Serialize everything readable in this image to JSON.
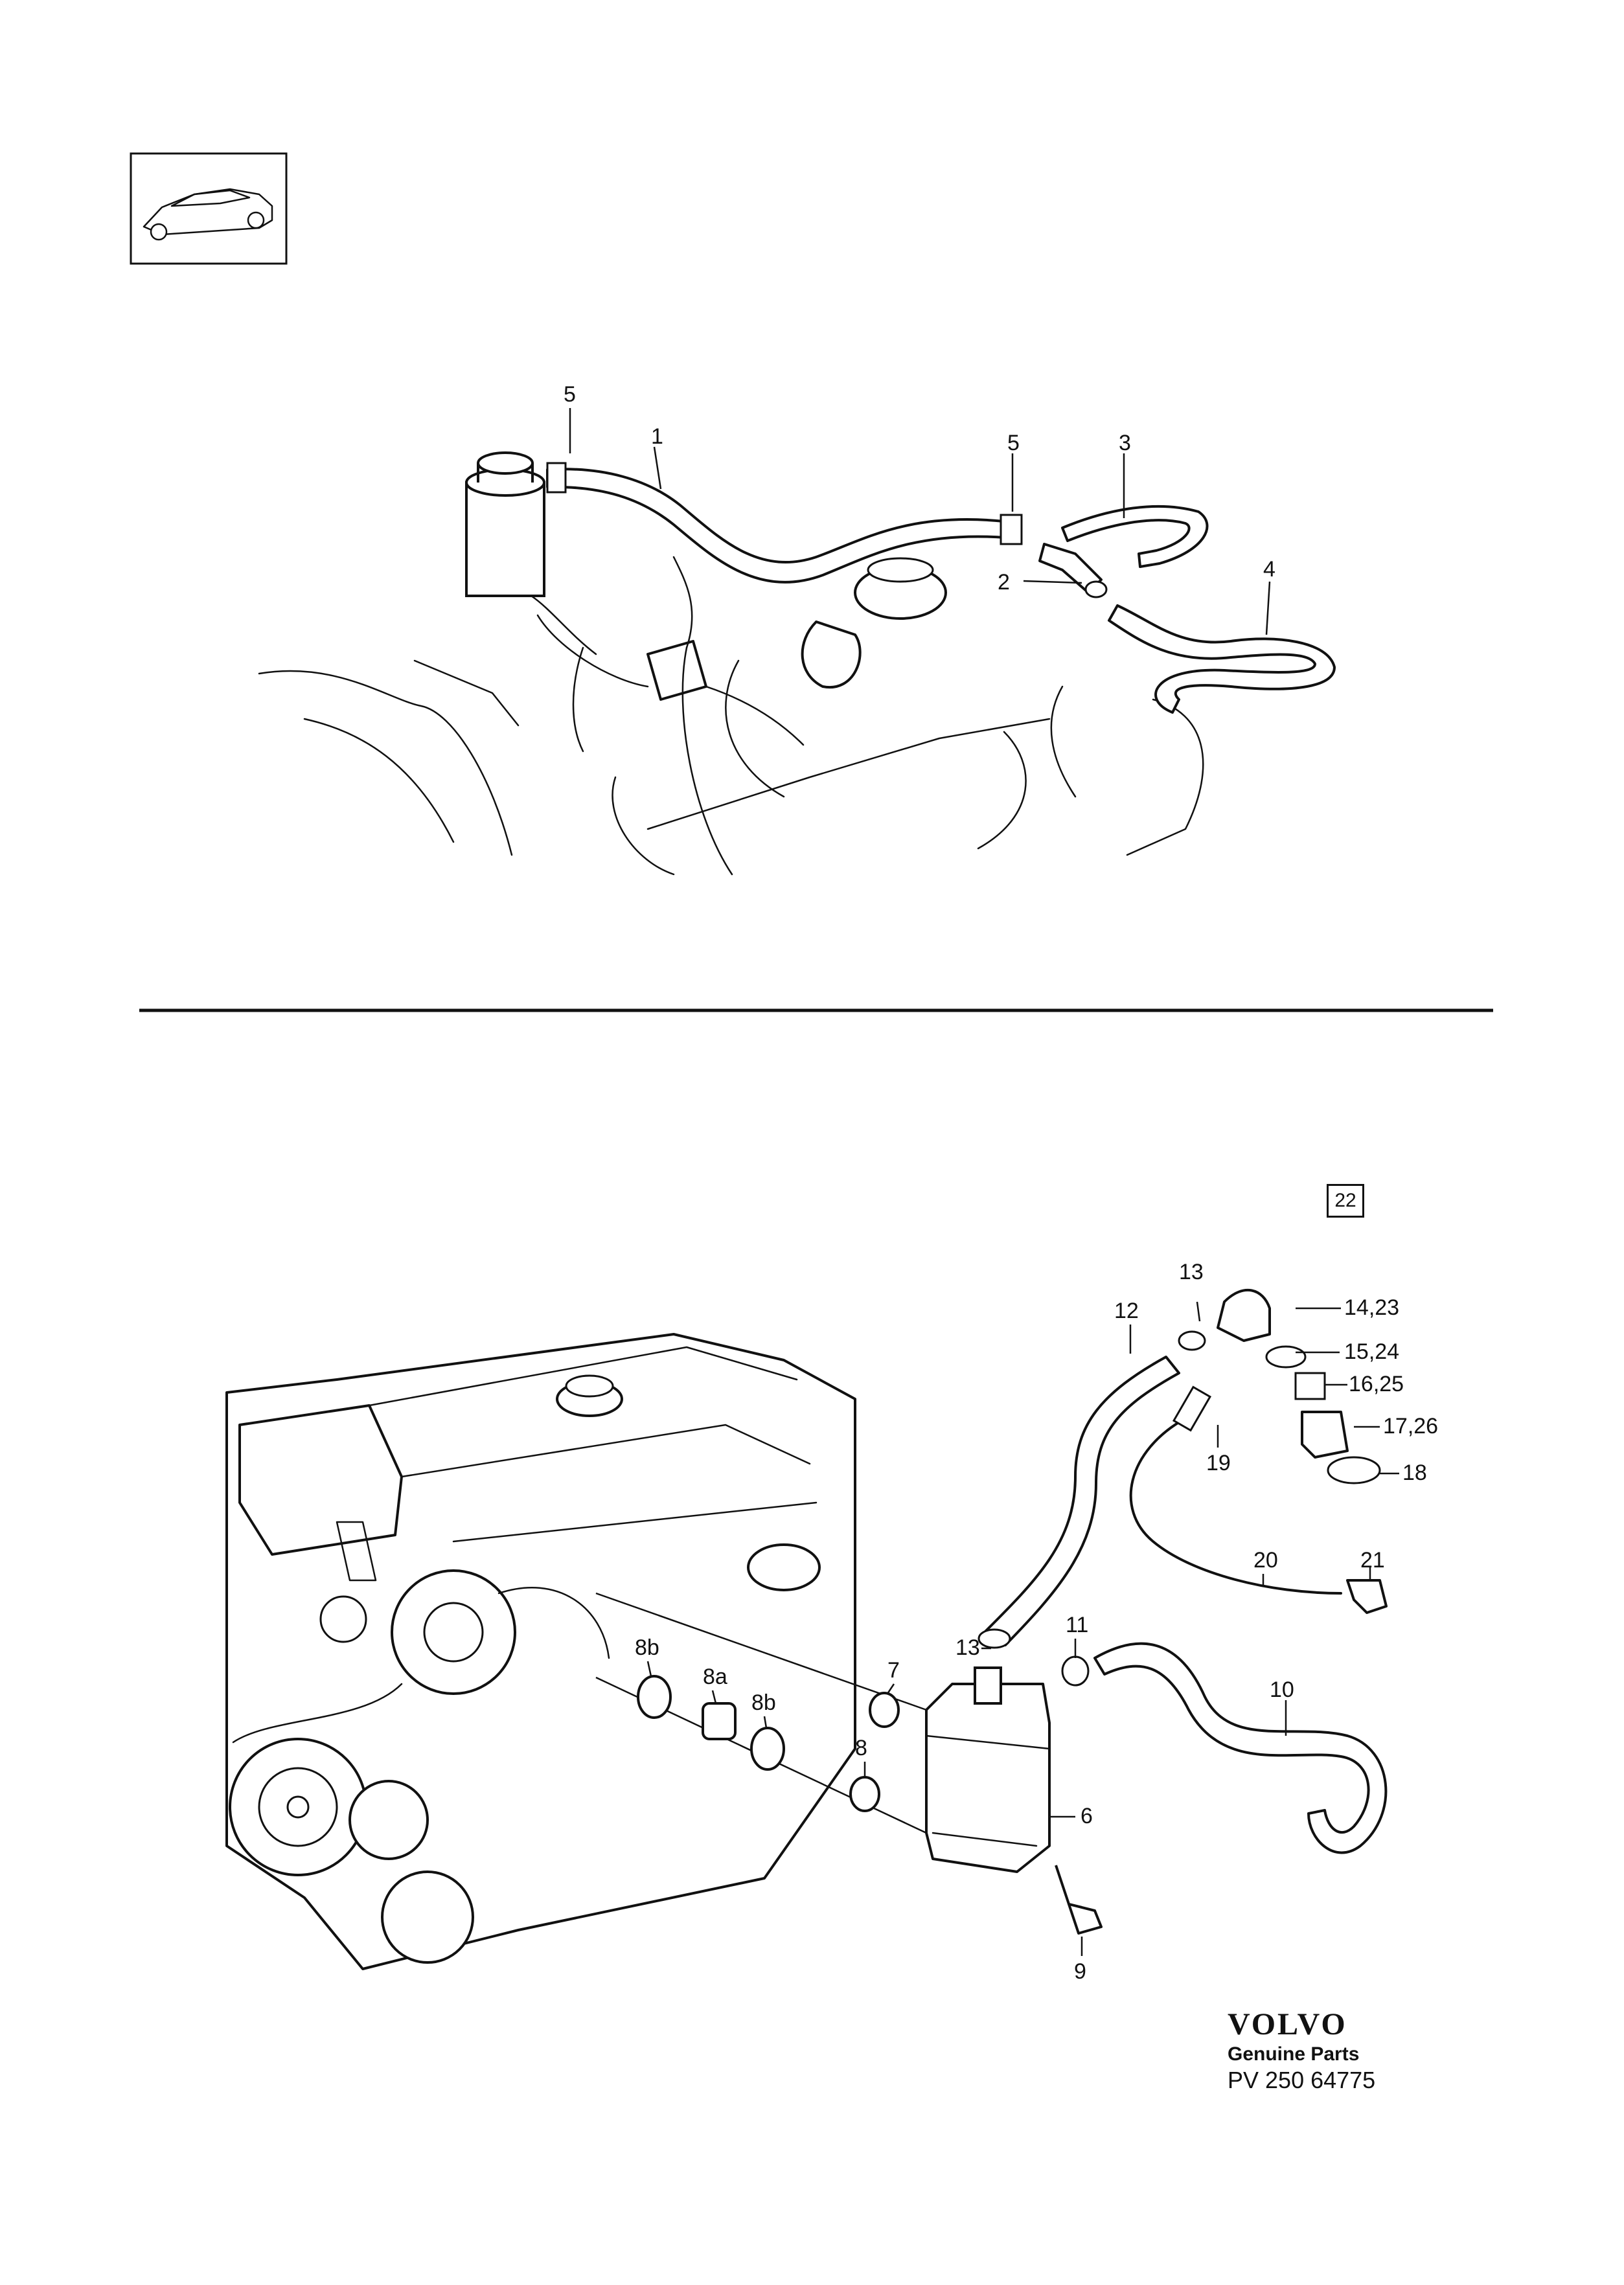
{
  "page_number": "22",
  "brand": {
    "logo": "VOLVO",
    "subtitle": "Genuine Parts",
    "reference": "PV 250 64775"
  },
  "upper_callouts": [
    "5",
    "1",
    "5",
    "3",
    "2",
    "4"
  ],
  "lower_callouts": [
    "13",
    "12",
    "14,23",
    "15,24",
    "16,25",
    "17,26",
    "18",
    "19",
    "20",
    "21",
    "13",
    "11",
    "10",
    "7",
    "8b",
    "8a",
    "8b",
    "8",
    "6",
    "9"
  ],
  "icons": [
    "car-thumbnail-icon"
  ]
}
